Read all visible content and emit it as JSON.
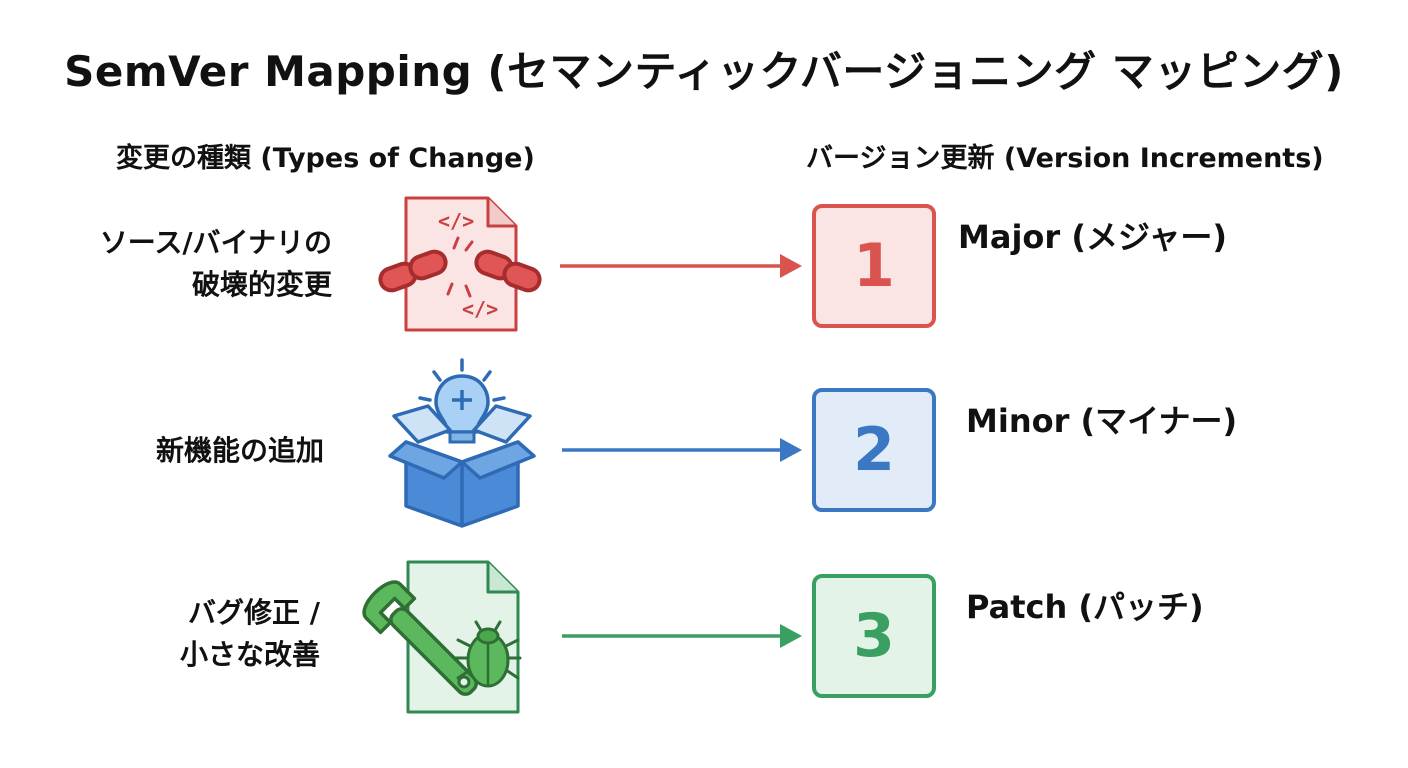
{
  "title": "SemVer Mapping (セマンティックバージョニング マッピング)",
  "headers": {
    "changes": "変更の種類 (Types of Change)",
    "versions": "バージョン更新 (Version Increments)"
  },
  "rows": [
    {
      "change_lines": [
        "ソース/バイナリの",
        "破壊的変更"
      ],
      "number": "1",
      "version": "Major (メジャー)",
      "color": "#d9534f",
      "icon": "broken-chain-code-file-icon"
    },
    {
      "change_lines": [
        "新機能の追加"
      ],
      "number": "2",
      "version": "Minor (マイナー)",
      "color": "#3a78c4",
      "icon": "lightbulb-box-icon"
    },
    {
      "change_lines": [
        "バグ修正 /",
        "小さな改善"
      ],
      "number": "3",
      "version": "Patch (パッチ)",
      "color": "#3aa061",
      "icon": "wrench-bug-file-icon"
    }
  ]
}
